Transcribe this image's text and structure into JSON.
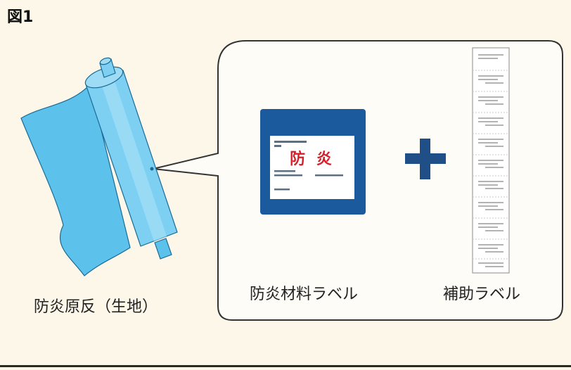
{
  "figure_title": "図1",
  "captions": {
    "fabric": "防炎原反（生地）",
    "material_label": "防炎材料ラベル",
    "auxiliary_label": "補助ラベル"
  },
  "label_card": {
    "big_text": "防 炎"
  },
  "colors": {
    "background": "#fdf7ea",
    "fabric_blue": "#5cc2ec",
    "label_navy": "#1c5a9e",
    "plus_navy": "#1f4f86",
    "stamp_red": "#d81e28",
    "callout_border": "#333333"
  },
  "icons": [
    "fabric-roll-icon",
    "plus-icon"
  ]
}
